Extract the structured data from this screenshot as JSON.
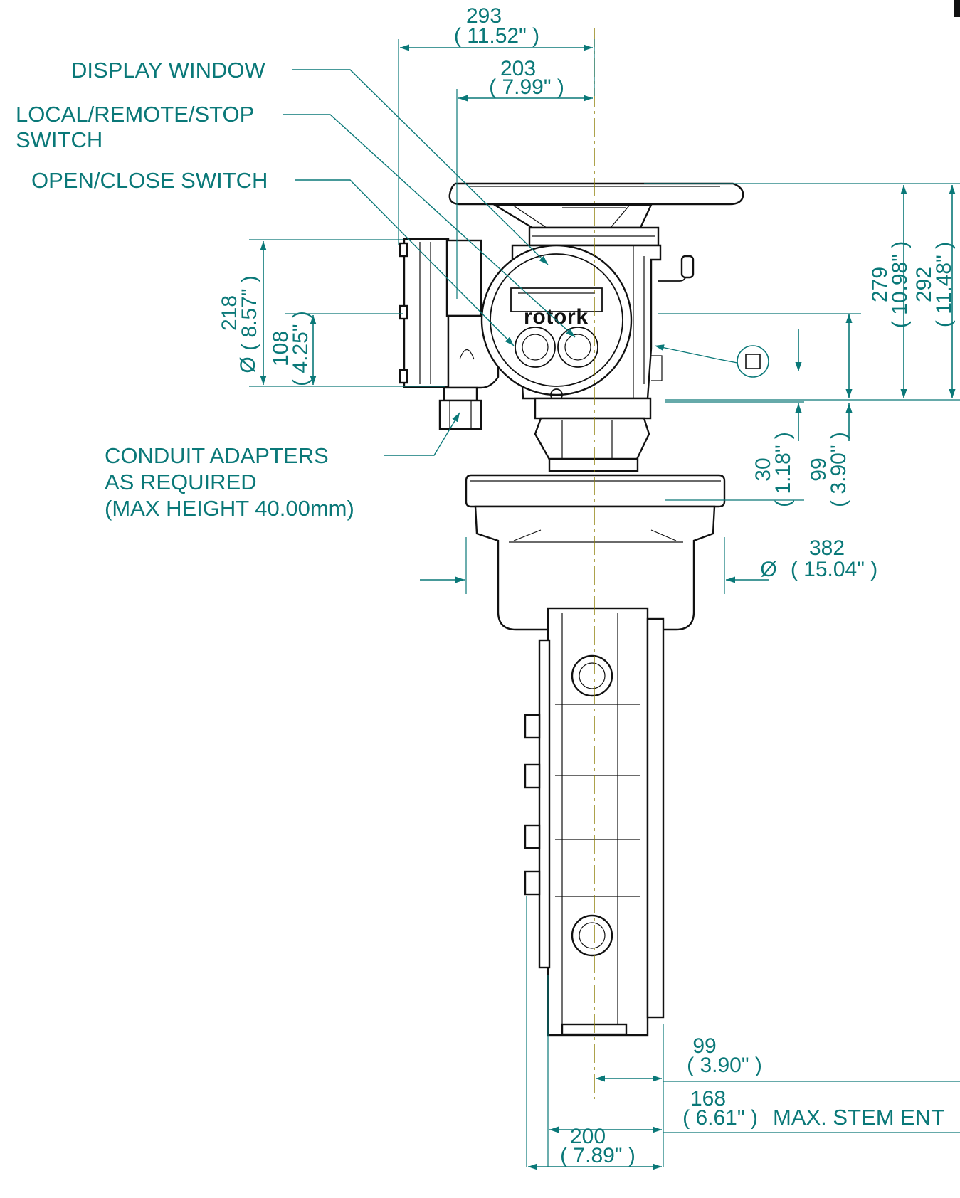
{
  "colors": {
    "annotation": "#0a7878",
    "outline": "#111111",
    "centerline": "#8a7a00"
  },
  "labels": {
    "display_window": "DISPLAY WINDOW",
    "local_remote_stop_1": "LOCAL/REMOTE/STOP",
    "local_remote_stop_2": "SWITCH",
    "open_close_switch": "OPEN/CLOSE SWITCH",
    "conduit_1": "CONDUIT ADAPTERS",
    "conduit_2": "AS REQUIRED",
    "conduit_3": "(MAX HEIGHT 40.00mm)",
    "max_stem": "MAX. STEM ENT",
    "logo": "rotork"
  },
  "dimensions": {
    "d293": {
      "mm": "293",
      "in": "( 11.52\" )"
    },
    "d203": {
      "mm": "203",
      "in": "( 7.99\" )"
    },
    "d218": {
      "mm": "218",
      "in": "( 8.57\" )"
    },
    "d108": {
      "mm": "108",
      "in": "( 4.25\" )",
      "prefix": "Ø"
    },
    "d279": {
      "mm": "279",
      "in": "( 10.98\" )"
    },
    "d292": {
      "mm": "292",
      "in": "( 11.48\" )"
    },
    "d30": {
      "mm": "30",
      "in": "( 1.18\" )"
    },
    "d99v": {
      "mm": "99",
      "in": "( 3.90\" )"
    },
    "d382": {
      "mm": "382",
      "in": "( 15.04\" )",
      "prefix": "Ø"
    },
    "d99h": {
      "mm": "99",
      "in": "( 3.90\" )"
    },
    "d168": {
      "mm": "168",
      "in": "( 6.61\" )"
    },
    "d200": {
      "mm": "200",
      "in": "( 7.89\" )"
    }
  },
  "icons": {
    "square_symbol": "square-gdt-icon",
    "diameter_symbol": "diameter-icon"
  }
}
